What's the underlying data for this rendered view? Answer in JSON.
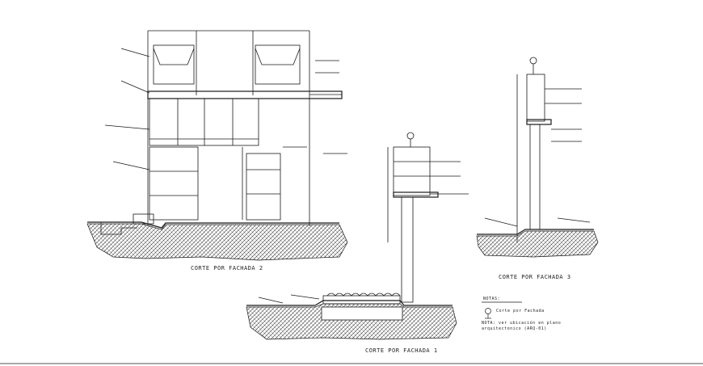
{
  "sections": {
    "fachada2_title": "CORTE POR FACHADA 2",
    "fachada3_title": "CORTE POR FACHADA 3",
    "fachada1_title": "CORTE POR FACHADA 1"
  },
  "notes": {
    "header": "NOTAS:",
    "symbol_legend": "Corte por Fachada",
    "note_line1": "NOTA: ver ubicación en plano",
    "note_line2": "arquitectonico (ARQ-01)"
  },
  "colors": {
    "line": "#1a1a1a",
    "ground_hatch": "#333333",
    "background": "#ffffff"
  }
}
